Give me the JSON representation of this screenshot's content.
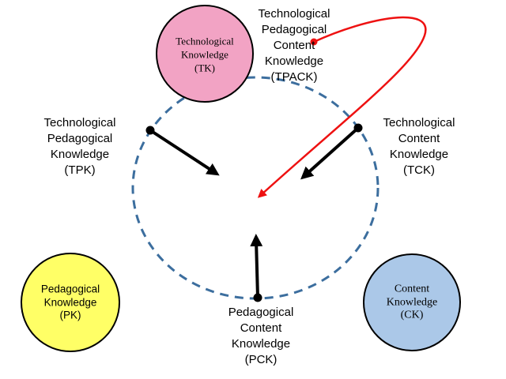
{
  "colors": {
    "tk_fill": "#F2A3C4",
    "pk_fill": "#FFFF66",
    "ck_fill": "#ABC8E8",
    "circle_stroke": "#000000",
    "dashed_circle": "#3C6E9E",
    "arrow_black": "#000000",
    "arrow_red": "#EE1111"
  },
  "circles": {
    "tk": {
      "lines": [
        "Technological",
        "Knowledge",
        "(TK)"
      ]
    },
    "pk": {
      "lines": [
        "Pedagogical",
        "Knowledge",
        "(PK)"
      ]
    },
    "ck": {
      "lines": [
        "Content",
        "Knowledge",
        "(CK)"
      ]
    }
  },
  "labels": {
    "tpack": {
      "lines": [
        "Technological",
        "Pedagogical",
        "Content",
        "Knowledge",
        "(TPACK)"
      ]
    },
    "tpk": {
      "lines": [
        "Technological",
        "Pedagogical",
        "Knowledge",
        "(TPK)"
      ]
    },
    "tck": {
      "lines": [
        "Technological",
        "Content",
        "Knowledge",
        "(TCK)"
      ]
    },
    "pck": {
      "lines": [
        "Pedagogical",
        "Content",
        "Knowledge",
        "(PCK)"
      ]
    }
  }
}
